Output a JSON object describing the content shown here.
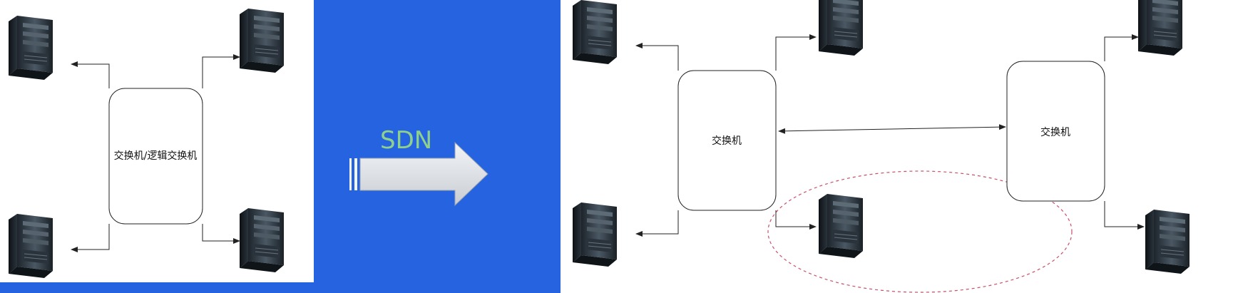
{
  "left_diagram": {
    "switch_label": "交换机/逻辑交换机"
  },
  "transition": {
    "label": "SDN"
  },
  "right_diagram": {
    "switch_a_label": "交换机",
    "switch_b_label": "交换机"
  },
  "colors": {
    "band_blue": "#2563e0",
    "sdn_text": "#8fd18a",
    "ellipse_dash": "#c9506a"
  }
}
